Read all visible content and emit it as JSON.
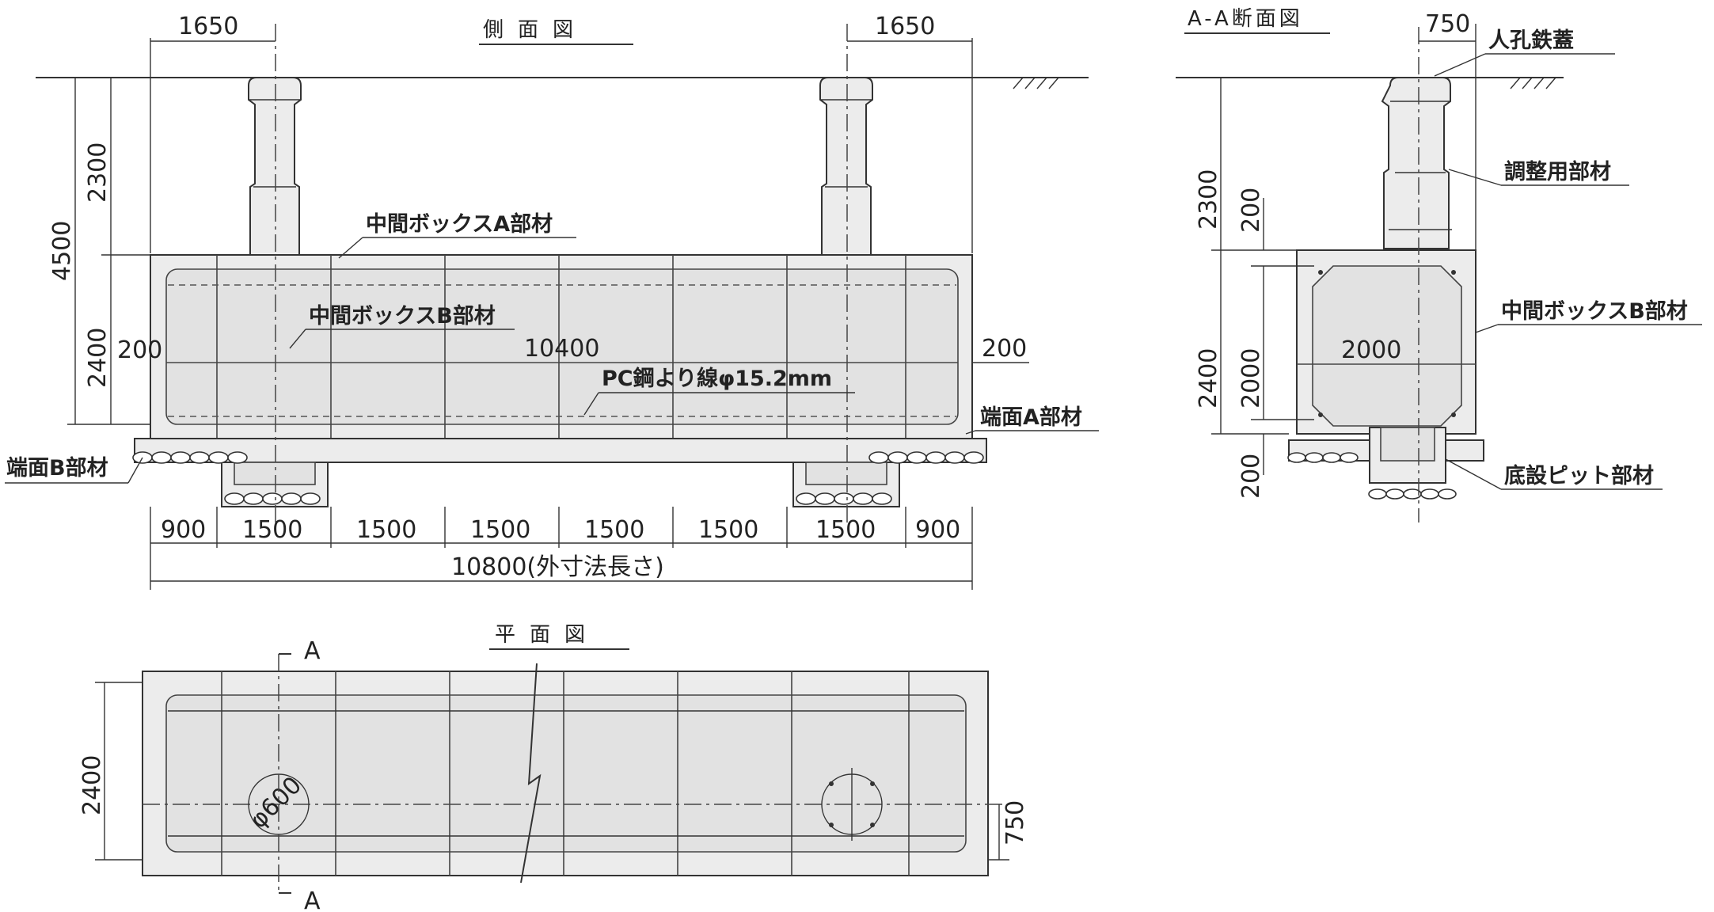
{
  "side_view": {
    "title": "側面図",
    "dims": {
      "top_left": "1650",
      "top_right": "1650",
      "total_height": "4500",
      "shaft_height": "2300",
      "box_height": "2400",
      "end_left": "200",
      "end_right": "200",
      "inner_length": "10400",
      "seg_first": "900",
      "seg_last": "900",
      "seg_1500": [
        "1500",
        "1500",
        "1500",
        "1500",
        "1500",
        "1500"
      ],
      "overall": "10800(外寸法長さ)"
    },
    "labels": {
      "box_a": "中間ボックスA部材",
      "box_b": "中間ボックスB部材",
      "strand": "PC鋼より線φ15.2mm",
      "end_a": "端面A部材",
      "end_b": "端面B部材"
    }
  },
  "plan_view": {
    "title": "平面図",
    "section_mark_top": "A",
    "section_mark_bottom": "A",
    "dims": {
      "width": "2400",
      "offset": "750",
      "manhole": "φ600"
    }
  },
  "section_view": {
    "title": "A-A断面図",
    "dims": {
      "top": "750",
      "shaft": "2300",
      "adjust": "200",
      "box": "2400",
      "inner_h": "2000",
      "inner_w": "2000",
      "bottom": "200"
    },
    "labels": {
      "cover": "人孔鉄蓋",
      "adjust_member": "調整用部材",
      "box_b": "中間ボックスB部材",
      "pit": "底設ピット部材"
    }
  }
}
